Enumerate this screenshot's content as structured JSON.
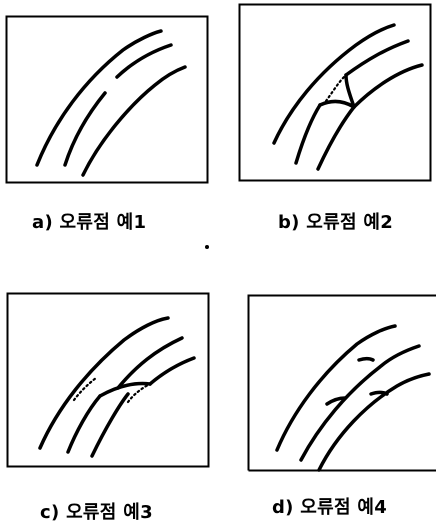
{
  "panels": [
    {
      "id": "a",
      "caption": "a) 오류점 예1"
    },
    {
      "id": "b",
      "caption": "b) 오류점 예2"
    },
    {
      "id": "c",
      "caption": "c) 오류점 예3"
    },
    {
      "id": "d",
      "caption": "d) 오류점 예4"
    }
  ],
  "colors": {
    "ink": "#000000",
    "background": "#ffffff"
  }
}
